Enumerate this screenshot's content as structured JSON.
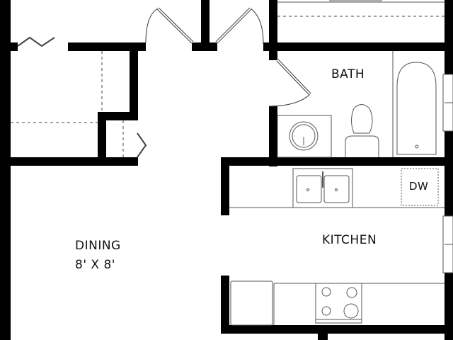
{
  "floorplan": {
    "rooms": [
      {
        "name": "BATH",
        "dimensions": ""
      },
      {
        "name": "KITCHEN",
        "dimensions": ""
      },
      {
        "name": "DINING",
        "dimensions": "8' X 8'"
      }
    ],
    "appliances": {
      "dishwasher_label": "DW"
    },
    "colors": {
      "wall": "#000000",
      "fixture_line": "#555555",
      "background": "#ffffff"
    }
  }
}
